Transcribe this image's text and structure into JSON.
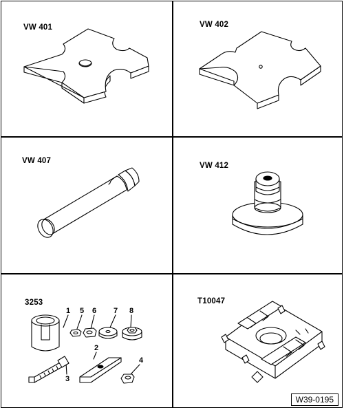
{
  "tools": [
    {
      "label": "VW 401"
    },
    {
      "label": "VW 402"
    },
    {
      "label": "VW 407"
    },
    {
      "label": "VW  412"
    },
    {
      "label": "3253",
      "parts": [
        "1",
        "2",
        "3",
        "4",
        "5",
        "6",
        "7",
        "8"
      ]
    },
    {
      "label": "T10047"
    }
  ],
  "figure_ref": "W39-0195"
}
